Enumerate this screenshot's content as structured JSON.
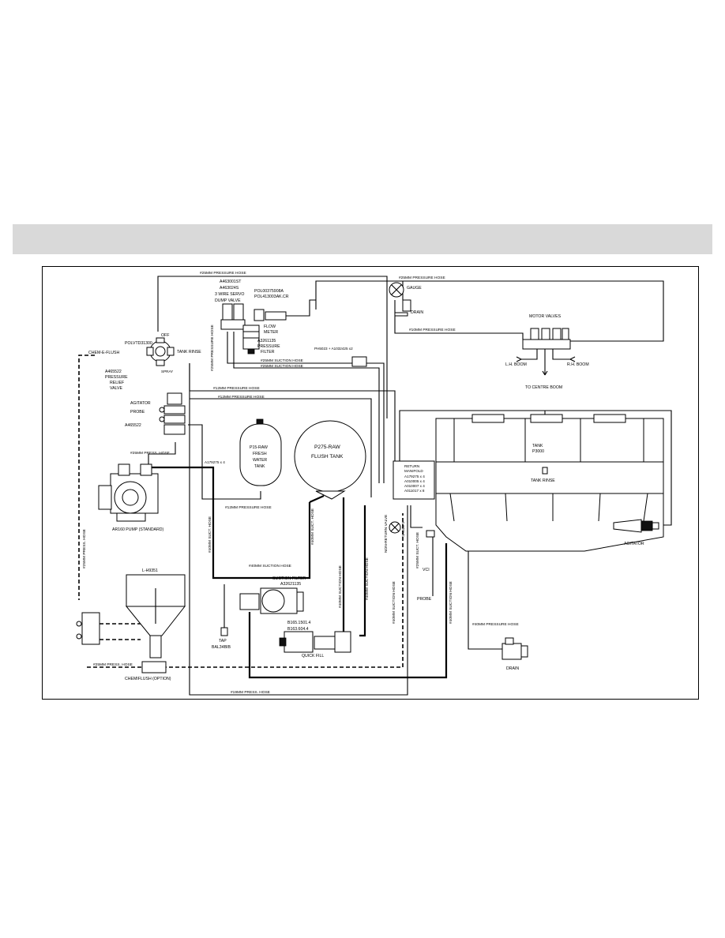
{
  "labels": {
    "hose_top_left": "#25MM PRESSURE HOSE",
    "hose_top_right": "#25MM PRESSURE HOSE",
    "gauge": "GAUGE",
    "drain_top": "DRAIN",
    "hose_10mm": "#10MM PRESSURE HOSE",
    "motor_valves": "MOTOR VALVES",
    "lh_boom": "L.H. BOOM",
    "rh_boom": "R.H. BOOM",
    "centre_boom": "TO CENTRE BOOM",
    "dump_part1": "A463001ST",
    "dump_part2": "A463024S",
    "dump_desc1": "3 WIRE SERVO",
    "dump_desc2": "DUMP   VALVE",
    "flow_part1": "POL00375908A",
    "flow_part2": "POL413003AK.CR",
    "flow_meter1": "FLOW",
    "flow_meter2": "METER",
    "filter_part": "A3261135",
    "filter_desc1": "PRESSURE",
    "filter_desc2": "FILTER",
    "off": "OFF",
    "polvtd": "POLVTD31300",
    "chem_flush": "CHEM-E-FLUSH",
    "tank_rinse_left": "TANK RINSE",
    "spray": "SPRAY",
    "hose_25_vertical": "#25MM PRESSURE HOSE",
    "relief_part": "A465522",
    "relief_desc1": "PRESSURE",
    "relief_desc2": "RELIEF",
    "relief_desc3": "VALVE",
    "ph_part": "PH5023 + A1032425 x2",
    "suction_hose_a": "#25MM SUCTION HOSE",
    "suction_hose_b": "#25MM SUCTION HOSE",
    "hose_12_a": "#12MM PRESSURE HOSE",
    "hose_12_b": "#12MM PRESSURE HOSE",
    "agitator_left": "AGITATOR",
    "probe_left": "PROBE",
    "manifold_part": "A465522",
    "press_hose_25": "#25MM PRESS. HOSE",
    "fitting_a17": "A179275 x 4",
    "p15_1": "P15-RAW",
    "p15_2": "FRESH",
    "p15_3": "WATER",
    "p15_4": "TANK",
    "p275_1": "P275-RAW",
    "p275_2": "FLUSH TANK",
    "return_1": "RETURN",
    "return_2": "MANIFOLD",
    "return_3": "A179275 x 4",
    "return_4": "A010005 x 4",
    "return_5": "A010007 x 4",
    "return_6": "A011017 x 8",
    "tank_1": "TANK",
    "tank_2": "P3000",
    "tank_rinse_right": "TANK RINSE",
    "pump": "AR160 PUMP (STANDARD)",
    "hose_12_c": "#12MM PRESSURE HOSE",
    "nonreturn": "NON-RETURN VALVE",
    "nr_part": "SA3437S",
    "agitator_right": "AGITATOR",
    "press_hose_25_vert": "#25MM PRESS. HOSE",
    "suct_hose_40_vert": "#40MM SUCT. HOSE",
    "suct_hose_40_vert2": "#40MM SUCT. HOSE",
    "suct_hose_25_vert": "#25MM SUCT. HOSE",
    "vci": "VCI",
    "probe_right": "PROBE",
    "l_h9351": "L-H9351",
    "suction_40": "#40MM SUCTION HOSE",
    "suction_filter1": "SUCTION FILTER",
    "suction_filter2": "A32621135",
    "suct_hose_40_c": "#40MM SUCTION HOSE",
    "suct_hose_40_d": "#40MM SUCTION HOSE",
    "suct_hose_40_e": "#40MM SUCTION HOSE",
    "suct_hose_40_f": "#40MM SUCTION HOSE",
    "b165": "B165.1501.4",
    "b163": "B163.604.4",
    "quick_fill": "QUICK FILL",
    "tap1": "TAP",
    "tap2": "BAL34BIB",
    "pressure_40": "#40MM PRESSURE HOSE",
    "drain_right": "DRAIN",
    "press_hose_25_bottom": "#25MM PRESS. HOSE",
    "chemiflush": "CHEMIFLUSH (OPTION)",
    "press_hose_19": "#19MM PRESS. HOSE"
  }
}
